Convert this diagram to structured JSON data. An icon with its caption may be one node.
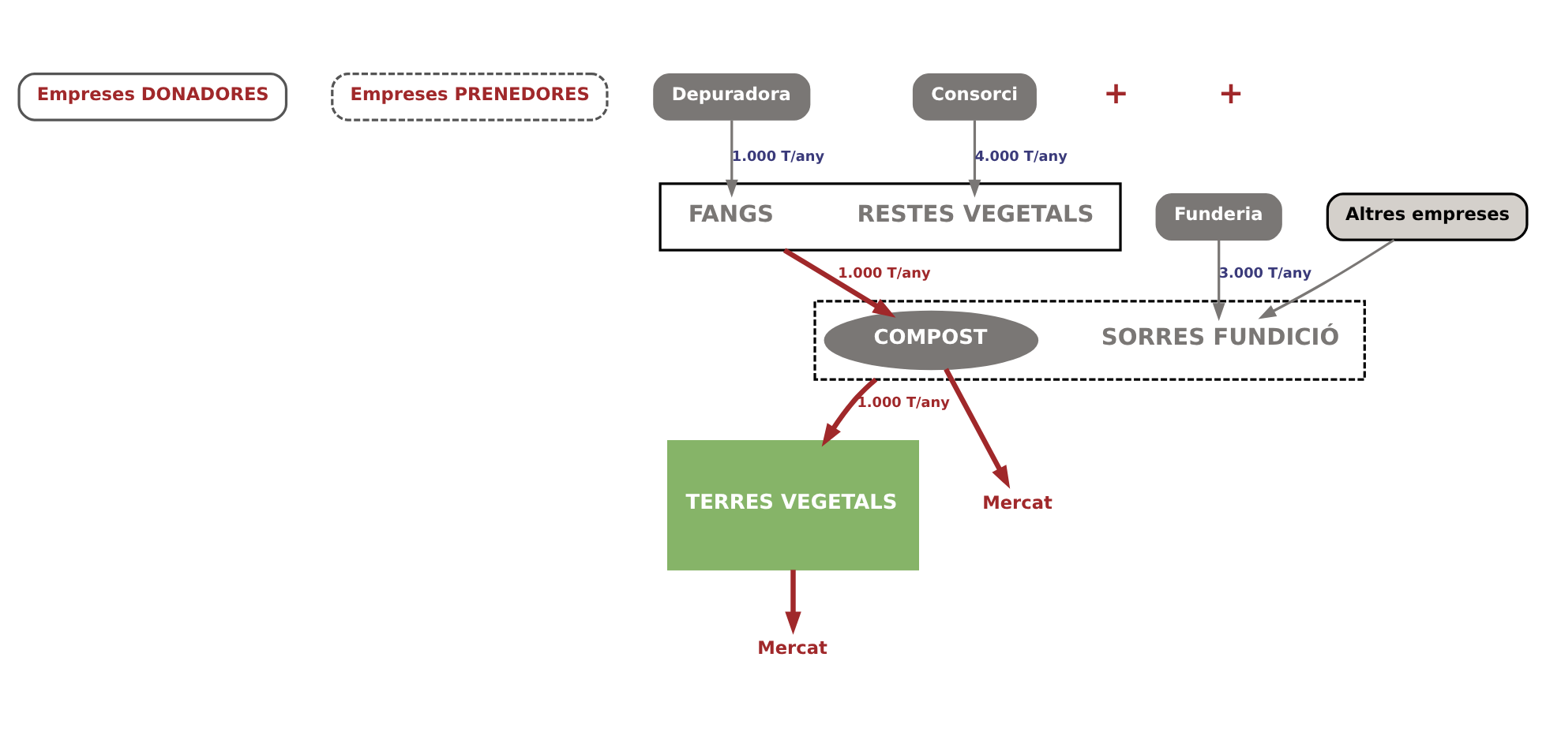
{
  "diagram": {
    "nodes": [
      {
        "text": [
          "Empreses DONADORES"
        ]
      },
      {
        "text": [
          "Empreses PRENEDORES"
        ]
      },
      {
        "text": [
          "Depuradora"
        ]
      },
      {
        "text": [
          "Consorci"
        ]
      },
      {
        "text": [
          "Funderia"
        ]
      },
      {
        "text": [
          "Altres empreses"
        ]
      },
      {
        "text": [],
        "shape": "box"
      },
      {
        "text": [
          "FANGS"
        ],
        "in": 6
      },
      {
        "text": [
          "RESTES VEGETALS"
        ],
        "in": 6
      },
      {
        "text": [],
        "shape": "box"
      },
      {
        "text": [
          "COMPOST"
        ],
        "in": 9
      },
      {
        "text": [
          "SORRES FUNDICIÓ"
        ],
        "in": 9
      },
      {
        "text": [
          "TERRES VEGETALS"
        ]
      },
      {
        "text": [
          "Mercat"
        ]
      },
      {
        "text": [
          "Mercat"
        ]
      }
    ],
    "edges": [
      {
        "from": 2,
        "to": 7,
        "arrow": "to",
        "label": "1.000 T/any",
        "color": "#7a7775"
      },
      {
        "from": 3,
        "to": 8,
        "arrow": "to",
        "label": "4.000 T/any",
        "color": "#7a7775"
      },
      {
        "from": 6,
        "to": 10,
        "arrow": "to",
        "label": "1.000 T/any",
        "style": "thick"
      },
      {
        "from": 4,
        "to": 11,
        "arrow": "to",
        "label": "3.000 T/any",
        "color": "#7a7775"
      },
      {
        "from": 5,
        "to": 11,
        "arrow": "to",
        "color": "#7a7775"
      },
      {
        "from": 9,
        "to": 12,
        "arrow": "to",
        "label": "1.000 T/any",
        "style": "thick"
      },
      {
        "from": 10,
        "to": 13,
        "arrow": "to",
        "style": "thick"
      },
      {
        "from": 12,
        "to": 14,
        "arrow": "to",
        "style": "thick"
      }
    ],
    "labels": [
      "+",
      "+"
    ]
  }
}
